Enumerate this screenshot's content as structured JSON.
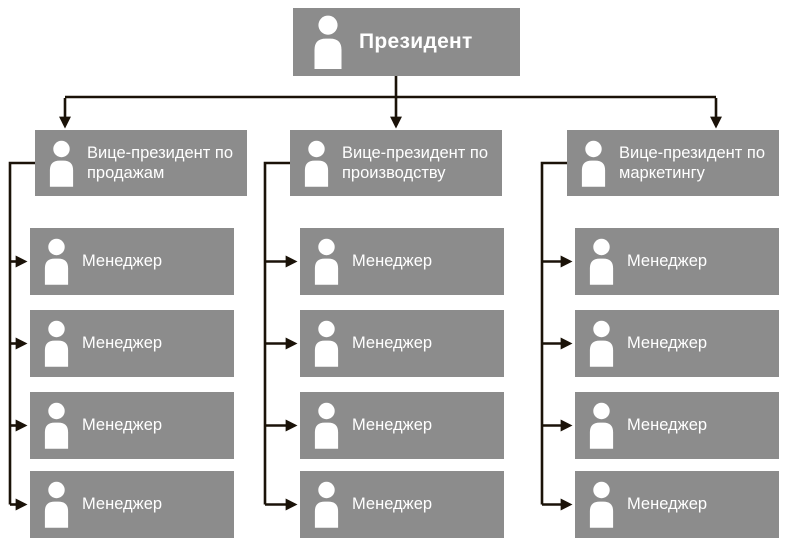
{
  "org": {
    "president": "Президент",
    "columns": [
      {
        "vp": "Вице-президент по продажам",
        "managers": [
          "Менеджер",
          "Менеджер",
          "Менеджер",
          "Менеджер"
        ]
      },
      {
        "vp": "Вице-президент по производству",
        "managers": [
          "Менеджер",
          "Менеджер",
          "Менеджер",
          "Менеджер"
        ]
      },
      {
        "vp": "Вице-президент по маркетингу",
        "managers": [
          "Менеджер",
          "Менеджер",
          "Менеджер",
          "Менеджер"
        ]
      }
    ]
  },
  "icons": {
    "person": "person-silhouette"
  },
  "colors": {
    "box_bg": "#8c8c8c",
    "box_text": "#ffffff",
    "connector": "#1a1208",
    "background": "#ffffff"
  }
}
